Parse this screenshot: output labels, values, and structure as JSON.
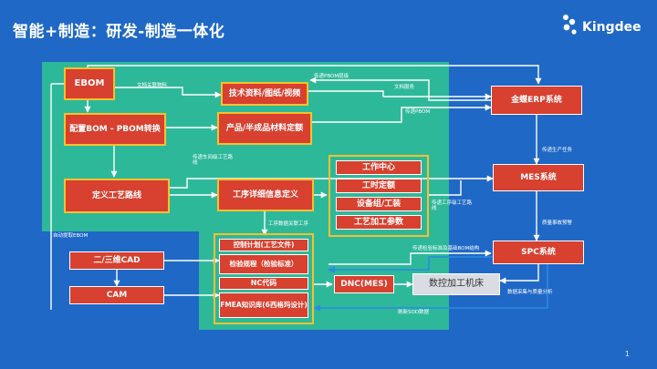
{
  "title": "智能+制造：研发-制造一体化",
  "brand": "Kingdee",
  "page_number": "1",
  "nodes": {
    "ebom": "EBOM",
    "tech_docs": "技术资料/图纸/视频",
    "pbom_convert": "配置BOM - PBOM转换",
    "product_quota": "产品/半成品材料定额",
    "define_route": "定义工艺路线",
    "process_detail": "工序详细信息定义",
    "work_center": "工作中心",
    "work_hours": "工时定额",
    "equipment": "设备组/工装",
    "process_params": "工艺加工参数",
    "control_plan": "控制计划(工艺文件)",
    "inspection_spec": "检验规程（检验标准）",
    "nc_code": "NC代码",
    "fmea": "FMEA知识库(6西格玛设计)",
    "cad": "二/三维CAD",
    "cam": "CAM",
    "dnc": "DNC(MES)",
    "cnc": "数控加工机床",
    "erp": "金蝶ERP系统",
    "mes": "MES系统",
    "spc": "SPC系统"
  },
  "labels": {
    "doc_link_material": "文档关联物料",
    "pass_pbom_attr": "传递PBOM层级",
    "doc_service": "文档服务",
    "pass_pbom": "传递PBOM",
    "pass_route": "传递车间级工艺路线",
    "pass_production_task": "传递生产任务",
    "pass_process_route": "传递工序级工艺路线",
    "process_link_doc": "工序数据关联工序",
    "pass_inspection": "传递检验标准及基础BOM结构",
    "quality_alert": "质量事故预警",
    "data_collect": "数据采集与质量分析",
    "refresh_sod": "刷新SOD数据",
    "auto_extract_ebom": "自动提取EBOM"
  }
}
